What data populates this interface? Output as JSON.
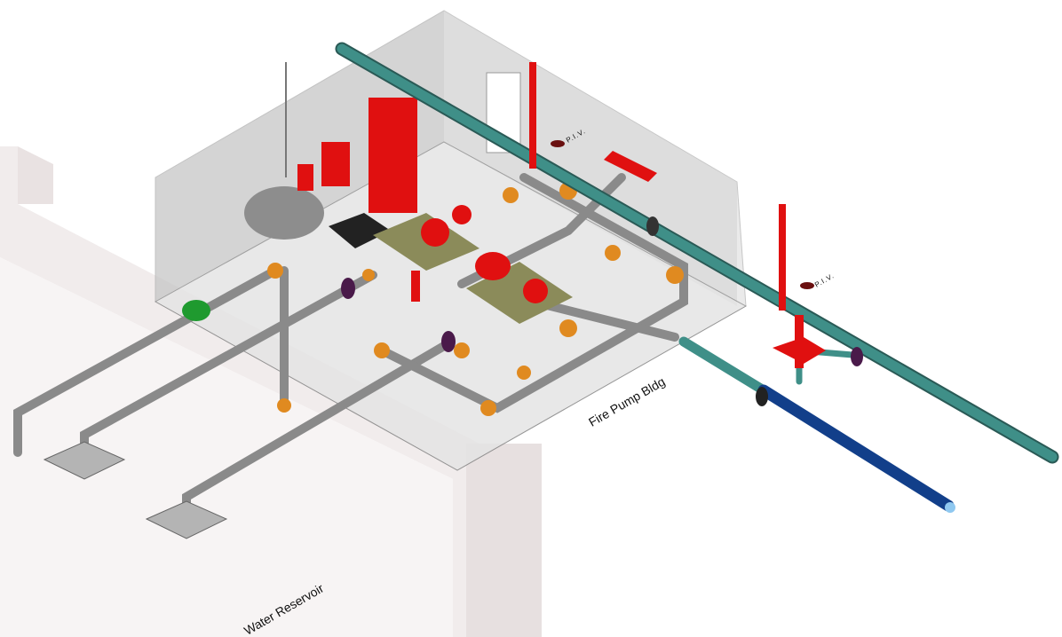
{
  "labels": {
    "building": "Fire Pump Bldg",
    "reservoir": "Water Reservoir",
    "piv_1": "P.I.V.",
    "piv_2": "P.I.V."
  },
  "colors": {
    "main_pipe": "#3f8f88",
    "suction_pipe": "#8a8a8a",
    "fittings": "#e08a20",
    "fire_equipment": "#e01010",
    "supply_pipe": "#123f8a",
    "valve": "#4a1a4a",
    "building_glass": "#c8c8c8",
    "reservoir": "#d9cfcf"
  }
}
